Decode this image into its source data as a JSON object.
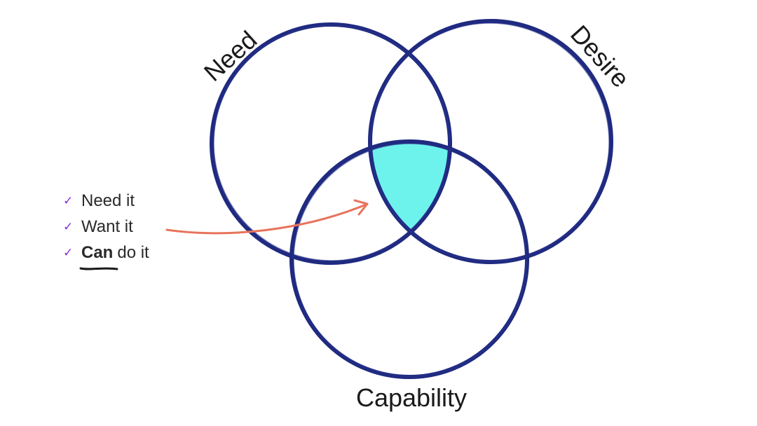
{
  "labels": {
    "need": "Need",
    "desire": "Desire",
    "capability": "Capability"
  },
  "checklist": {
    "item1": "Need it",
    "item2": "Want it",
    "item3_bold": "Can",
    "item3_rest": "do it",
    "checkmark": "✓"
  },
  "colors": {
    "circle_stroke": "#1f2a80",
    "intersection_fill": "#6ef3ec",
    "arrow": "#e8735c",
    "checkmark": "#8a2be2",
    "text": "#1a1a1a"
  }
}
